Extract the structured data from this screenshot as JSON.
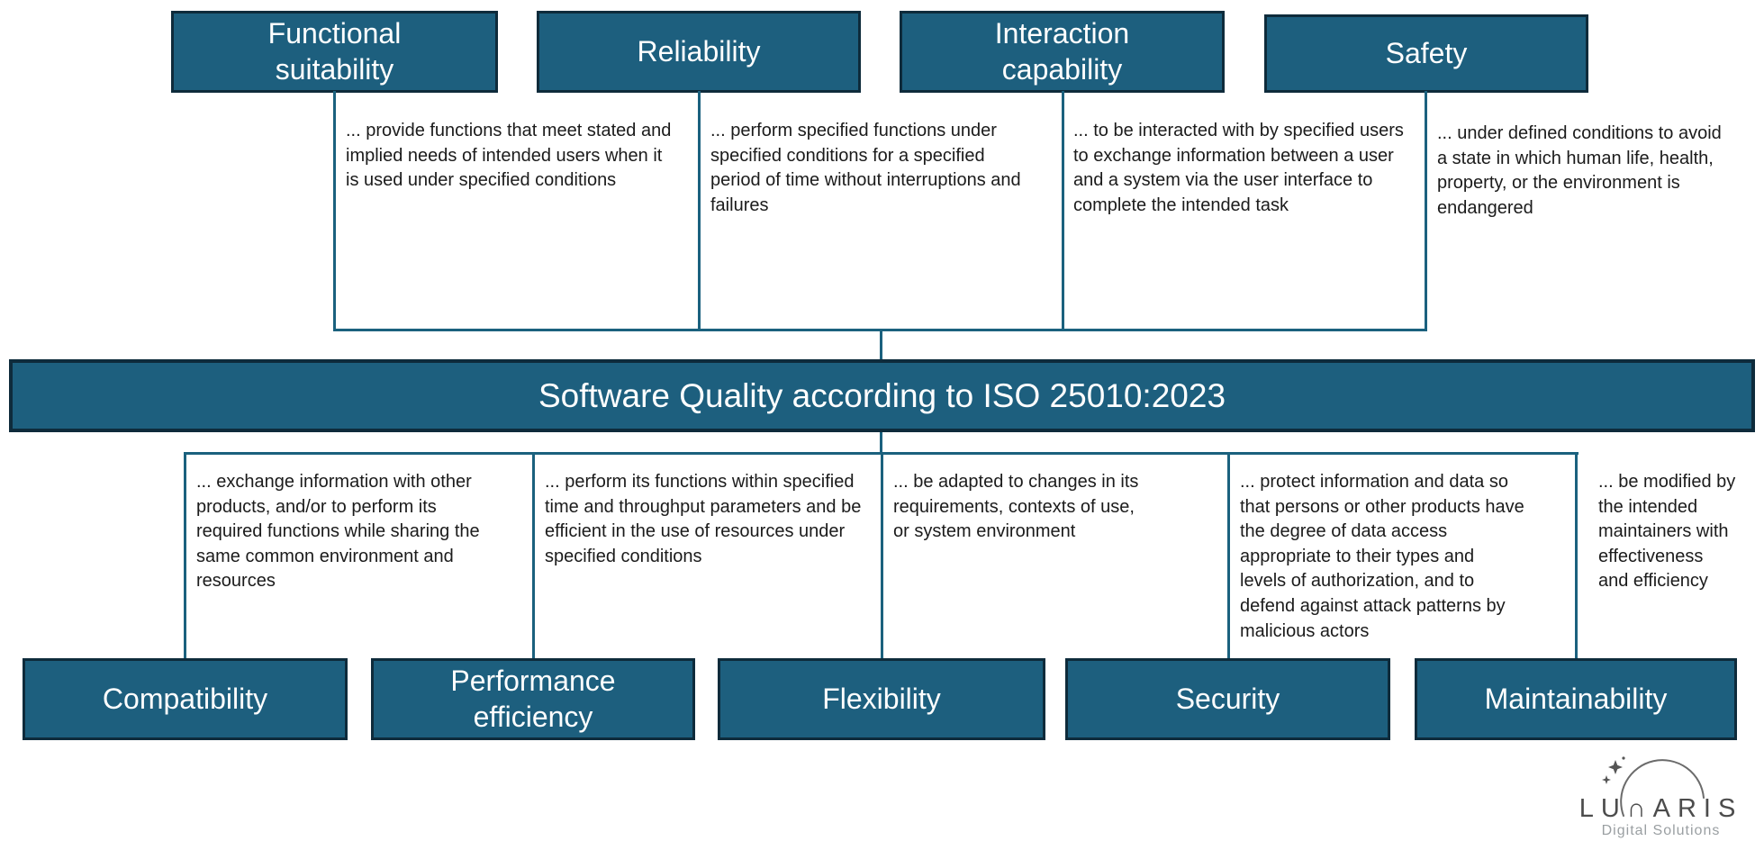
{
  "title_bar": {
    "label": "Software Quality according to ISO 25010:2023"
  },
  "top_row": [
    {
      "id": "functional-suitability",
      "label": "Functional\nsuitability",
      "description": "... provide functions that meet stated and\nimplied needs of intended users when it\nis used under specified conditions"
    },
    {
      "id": "reliability",
      "label": "Reliability",
      "description": "... perform specified functions under\nspecified conditions for a specified\nperiod of time without interruptions and\nfailures"
    },
    {
      "id": "interaction-capability",
      "label": "Interaction\ncapability",
      "description": "... to be interacted with by specified users\nto exchange information between a user\nand a system via the user interface to\ncomplete the intended task"
    },
    {
      "id": "safety",
      "label": "Safety",
      "description": "... under defined conditions to avoid\na state in which human life, health,\nproperty, or the environment is\nendangered"
    }
  ],
  "bottom_row": [
    {
      "id": "compatibility",
      "label": "Compatibility",
      "description": "... exchange information with other\nproducts, and/or to perform its\nrequired functions while sharing the\nsame common environment and\nresources"
    },
    {
      "id": "performance-efficiency",
      "label": "Performance\nefficiency",
      "description": "... perform its functions within specified\ntime and throughput parameters and be\nefficient in the use of resources under\nspecified conditions"
    },
    {
      "id": "flexibility",
      "label": "Flexibility",
      "description": "... be adapted to changes in its\nrequirements, contexts of use,\nor system environment"
    },
    {
      "id": "security",
      "label": "Security",
      "description": "... protect information and data so\nthat persons or other products have\nthe degree of data access\nappropriate to their types and\nlevels of authorization, and to\ndefend against attack patterns by\nmalicious actors"
    },
    {
      "id": "maintainability",
      "label": "Maintainability",
      "description": "... be modified by\nthe intended\nmaintainers with\neffectiveness\nand efficiency"
    }
  ],
  "logo": {
    "brand_display": "LU∩ARIS",
    "subtitle": "Digital Solutions"
  },
  "colors": {
    "background": "#FFFFFF",
    "box_fill": "#1D5F7E",
    "box_border": "#0E2B3B",
    "box_text": "#FFFFFF",
    "connector": "#1B617E",
    "description_text": "#1B1B1B",
    "logo_text": "#4C4C4C",
    "logo_subtext": "#9A9FA2"
  }
}
